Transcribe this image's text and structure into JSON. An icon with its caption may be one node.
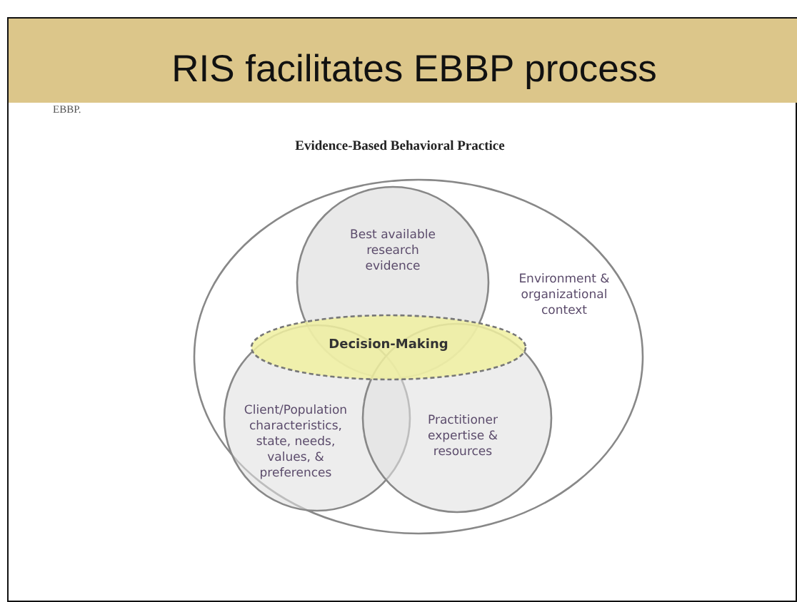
{
  "diagram": {
    "title": "RIS facilitates EBBP process",
    "nodes": [
      {
        "text": [
          "Environment & organizational context"
        ]
      },
      {
        "text": [
          "Best available research evidence"
        ],
        "in": 0
      },
      {
        "text": [
          "Decision-Making"
        ],
        "in": 0
      },
      {
        "text": [
          "Client/Population characteristics, state, needs, values, & preferences"
        ],
        "in": 0
      },
      {
        "text": [
          "Practitioner expertise & resources"
        ],
        "in": 0
      }
    ],
    "labels": [
      "EBBP.",
      "Evidence-Based Behavioral Practice"
    ]
  }
}
